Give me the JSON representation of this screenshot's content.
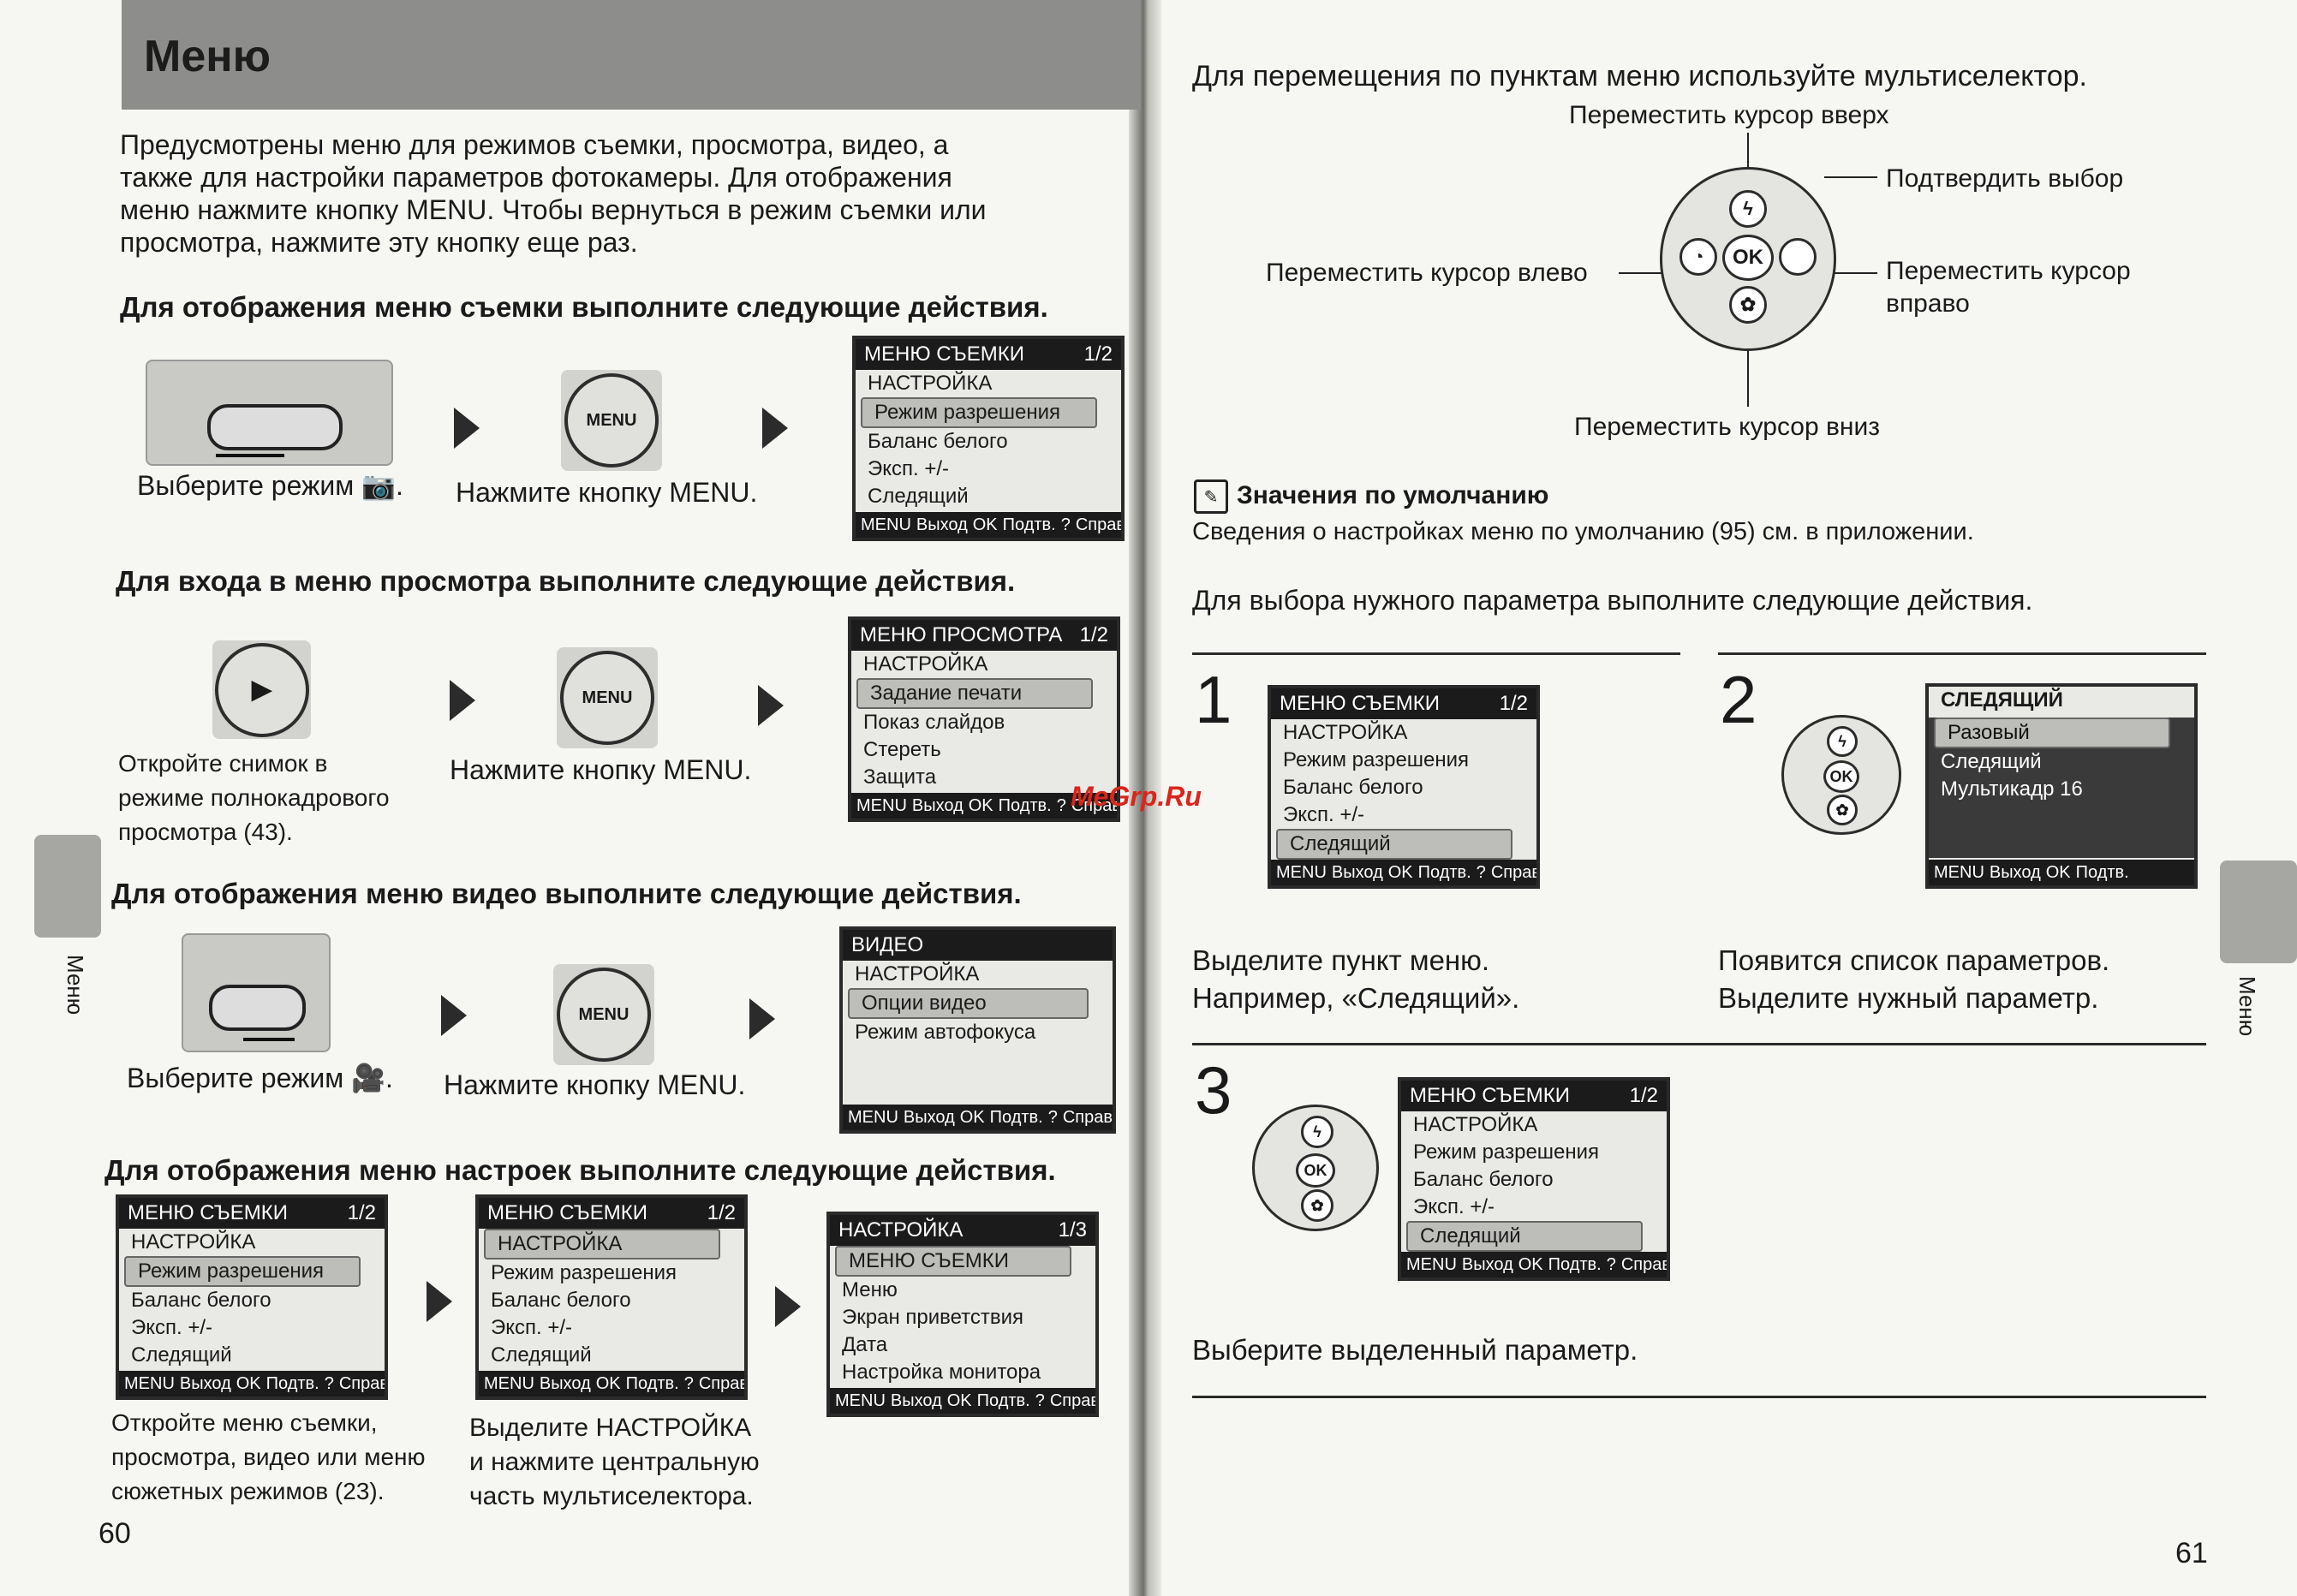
{
  "left": {
    "title": "Меню",
    "intro": [
      "Предусмотрены меню для режимов съемки, просмотра, видео, а",
      "также для настройки параметров фотокамеры. Для отображения",
      "меню нажмите кнопку MENU. Чтобы вернуться в режим съемки или",
      "просмотра, нажмите эту кнопку еще раз."
    ],
    "sec1": {
      "heading": "Для отображения меню съемки выполните следующие действия.",
      "cap1": "Выберите режим",
      "cap2": "Нажмите кнопку MENU."
    },
    "sec2": {
      "heading": "Для входа в меню просмотра выполните следующие действия.",
      "cap1": [
        "Откройте снимок в",
        "режиме полнокадрового",
        "просмотра (43)."
      ],
      "cap2": "Нажмите кнопку MENU."
    },
    "sec3": {
      "heading": "Для отображения меню видео выполните следующие действия.",
      "cap1": "Выберите режим",
      "cap2": "Нажмите кнопку MENU."
    },
    "sec4": {
      "heading": "Для отображения меню настроек выполните следующие действия.",
      "cap1": [
        "Откройте меню съемки,",
        "просмотра, видео или меню",
        "сюжетных режимов (23)."
      ],
      "cap2": [
        "Выделите НАСТРОЙКА",
        "и нажмите центральную",
        "часть мультиселектора."
      ]
    },
    "page_number": "60",
    "side_label": "Меню",
    "menu_btn": "MENU"
  },
  "lcd_shoot": {
    "title": "МЕНЮ СЪЕМКИ",
    "page": "1/2",
    "items": [
      "НАСТРОЙКА",
      "Режим разрешения",
      "Баланс белого",
      "Эксп. +/-",
      "Следящий"
    ],
    "footer": [
      "MENU",
      "Выход",
      "OK",
      "Подтв.",
      "?",
      "Справка"
    ]
  },
  "lcd_play": {
    "title": "МЕНЮ ПРОСМОТРА",
    "page": "1/2",
    "items": [
      "НАСТРОЙКА",
      "Задание печати",
      "Показ слайдов",
      "Стереть",
      "Защита"
    ]
  },
  "lcd_movie": {
    "title": "ВИДЕО",
    "items": [
      "НАСТРОЙКА",
      "Опции видео",
      "Режим автофокуса"
    ]
  },
  "lcd_setup": {
    "title": "НАСТРОЙКА",
    "page": "1/3",
    "items": [
      "МЕНЮ СЪЕМКИ",
      "Меню",
      "Экран приветствия",
      "Дата",
      "Настройка монитора"
    ]
  },
  "lcd_cont": {
    "title": "СЛЕДЯЩИЙ",
    "items": [
      "Разовый",
      "Следящий",
      "Мультикадр 16"
    ],
    "footer": [
      "MENU",
      "Выход",
      "OK",
      "Подтв."
    ]
  },
  "right": {
    "intro": "Для перемещения по пунктам меню используйте мультиселектор.",
    "up": "Переместить курсор вверх",
    "ok": "Подтвердить выбор",
    "left": "Переместить курсор влево",
    "right1": "Переместить курсор",
    "right2": "вправо",
    "down": "Переместить курсор вниз",
    "defaults_heading": "Значения по умолчанию",
    "defaults_text": "Сведения о настройках меню по умолчанию (95) см. в приложении.",
    "choose": "Для выбора нужного параметра выполните следующие действия.",
    "step1": {
      "num": "1",
      "text": [
        "Выделите пункт меню.",
        "Например, «Следящий»."
      ]
    },
    "step2": {
      "num": "2",
      "text": [
        "Появится список параметров.",
        "Выделите нужный параметр."
      ]
    },
    "step3": {
      "num": "3",
      "text": [
        "Выберите выделенный параметр."
      ]
    },
    "page_number": "61",
    "side_label": "Меню",
    "watermark": "MeGrp.Ru",
    "ok_label": "OK"
  }
}
